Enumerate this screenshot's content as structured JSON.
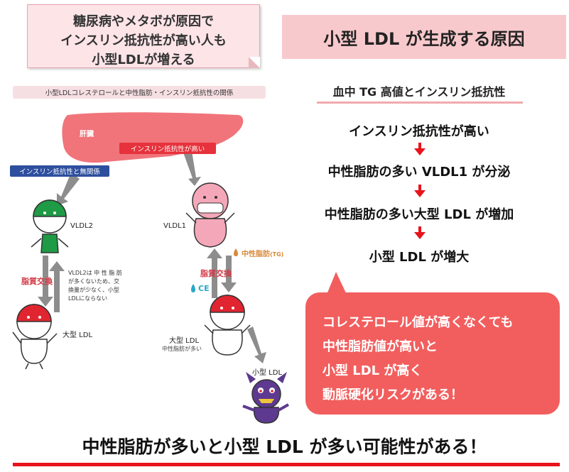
{
  "note_card": {
    "lines": [
      "糖尿病やメタボが原因で",
      "インスリン抵抗性が高い人も",
      "小型LDLが増える"
    ]
  },
  "header": {
    "title": "小型 LDL が生成する原因"
  },
  "subtitle": "血中 TG 高値とインスリン抵抗性",
  "flow": {
    "steps": [
      "インスリン抵抗性が高い",
      "中性脂肪の多い VLDL1 が分泌",
      "中性脂肪の多い大型 LDL が増加",
      "小型 LDL が増大"
    ]
  },
  "callout": {
    "lines": [
      "コレステロール値が高くなくても",
      "中性脂肪値が高いと",
      "小型 LDL が高く",
      "動脈硬化リスクがある！"
    ]
  },
  "conclusion": "中性脂肪が多いと小型 LDL が多い可能性がある！",
  "diagram": {
    "banner": "小型LDLコレステロールと中性脂肪・インスリン抵抗性の関係",
    "liver": "肝臓",
    "tag_insulin_unrelated": "インスリン抵抗性と無関係",
    "tag_insulin_high": "インスリン抵抗性が高い",
    "vldl2": "VLDL2",
    "vldl1": "VLDL1",
    "exchange_left": "脂質交換",
    "exchange_right": "脂質交換",
    "tg_label": "中性脂肪",
    "tg_abbr": "(TG)",
    "ce_label": "CE",
    "vldl2_note": [
      "VLDL2は 中 性 脂 肪",
      "が多くないため、交",
      "換量が少なく、小型",
      "LDLにならない"
    ],
    "large_ldl_left": "大型 LDL",
    "large_ldl_right": "大型 LDL",
    "large_ldl_right_note": "中性脂肪が多い",
    "small_ldl": "小型 LDL"
  },
  "colors": {
    "accent_red": "#e8131b",
    "header_pink": "#f8c9cc",
    "callout_red": "#f25e5e",
    "liver": "#f0747a",
    "blue_tag": "#2e4f9e",
    "mascot_green": "#1f9a45",
    "mascot_red": "#e02530",
    "mascot_pink": "#f4a7b8",
    "mascot_purple": "#5d3a8f"
  }
}
